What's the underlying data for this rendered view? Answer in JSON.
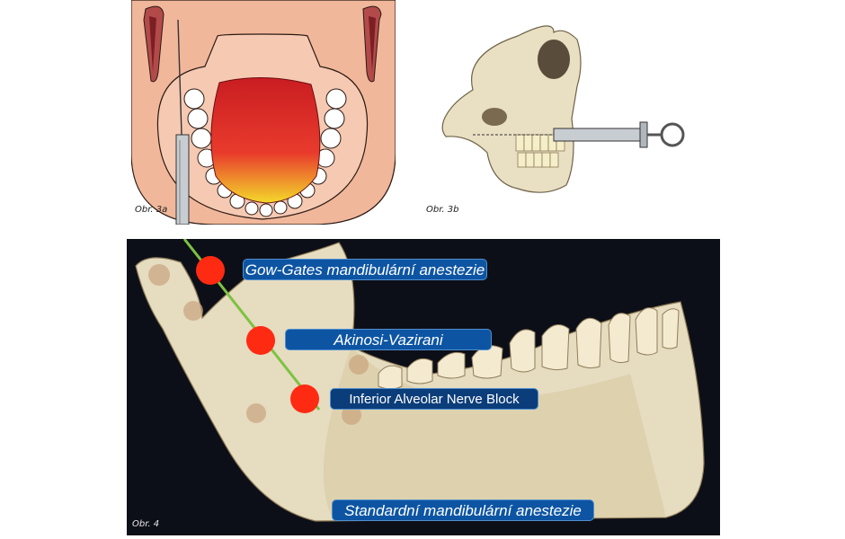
{
  "figure_3a": {
    "caption": "Obr. 3a"
  },
  "figure_3b": {
    "caption": "Obr. 3b"
  },
  "figure_4": {
    "caption": "Obr. 4",
    "labels": {
      "gow_gates": "Gow-Gates mandibulární anestezie",
      "akinosi": "Akinosi-Vazirani",
      "ianb": "Inferior Alveolar Nerve Block",
      "standard": "Standardní mandibulární anestezie"
    }
  },
  "colors": {
    "injection_point": "#ff2a12",
    "needle_path": "#7cc242",
    "label_bg": "#0d55a3",
    "tongue": "#d8232a",
    "skin": "#f1b79a",
    "bone": "#e6dcc0"
  }
}
